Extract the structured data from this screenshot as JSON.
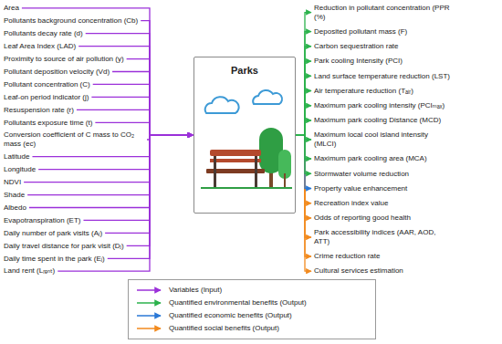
{
  "diagram": {
    "nodes": [
      {
        "text": [
          "Area"
        ]
      },
      {
        "text": [
          "Pollutants background concentration (Cb)"
        ]
      },
      {
        "text": [
          "Pollutants decay rate (d)"
        ]
      },
      {
        "text": [
          "Leaf Area Index (LAD)"
        ]
      },
      {
        "text": [
          "Proximity to source of air pollution (y)"
        ]
      },
      {
        "text": [
          "Pollutant deposition velocity (Vd)"
        ]
      },
      {
        "text": [
          "Pollutant concentration (C)"
        ]
      },
      {
        "text": [
          "Leaf-on period indicator (j)"
        ]
      },
      {
        "text": [
          "Resuspension rate (r)"
        ]
      },
      {
        "text": [
          "Pollutants exposure time (t)"
        ]
      },
      {
        "text": [
          "Conversion coefficient of C mass to CO₂ mass (ec)"
        ]
      },
      {
        "text": [
          "Latitude"
        ]
      },
      {
        "text": [
          "Longitude"
        ]
      },
      {
        "text": [
          "NDVI"
        ]
      },
      {
        "text": [
          "Shade"
        ]
      },
      {
        "text": [
          "Albedo"
        ]
      },
      {
        "text": [
          "Evapotranspiration (ET)"
        ]
      },
      {
        "text": [
          "Daily number of park visits (Aⱼ)"
        ]
      },
      {
        "text": [
          "Daily travel distance for park visit (Dⱼ)"
        ]
      },
      {
        "text": [
          "Daily time spent in the park (Eⱼ)"
        ]
      },
      {
        "text": [
          "Land rent (Lᵣₑₙₜ)"
        ]
      },
      {
        "text": [
          "Parks"
        ]
      },
      {
        "text": [
          "Reduction in pollutant concentration (PPR (%)"
        ]
      },
      {
        "text": [
          "Deposited pollutant mass (F)"
        ]
      },
      {
        "text": [
          "Carbon sequestration rate"
        ]
      },
      {
        "text": [
          "Park cooling Intensity (PCI)"
        ]
      },
      {
        "text": [
          "Land surface temperature reduction (LST)"
        ]
      },
      {
        "text": [
          "Air temperature reduction (Tₐᵢᵣ)"
        ]
      },
      {
        "text": [
          "Maximum park cooling intensity (PCIₘₐₓ)"
        ]
      },
      {
        "text": [
          "Maximum park cooling Distance (MCD)"
        ]
      },
      {
        "text": [
          "Maximum local cool island intensity (MLCI)"
        ]
      },
      {
        "text": [
          "Maximum park cooling area (MCA)"
        ]
      },
      {
        "text": [
          "Stormwater volume reduction"
        ]
      },
      {
        "text": [
          "Property value enhancement"
        ]
      },
      {
        "text": [
          "Recreation index value"
        ]
      },
      {
        "text": [
          "Odds of reporting good health"
        ]
      },
      {
        "text": [
          "Park accessibility indices (AAR, AOD, ATT)"
        ]
      },
      {
        "text": [
          "Crime reduction rate"
        ]
      },
      {
        "text": [
          "Cultural services estimation"
        ]
      }
    ],
    "edges": [
      {
        "from": 0,
        "to": 21,
        "arrow": "to"
      },
      {
        "from": 1,
        "to": 21,
        "arrow": "to"
      },
      {
        "from": 2,
        "to": 21,
        "arrow": "to"
      },
      {
        "from": 3,
        "to": 21,
        "arrow": "to"
      },
      {
        "from": 4,
        "to": 21,
        "arrow": "to"
      },
      {
        "from": 5,
        "to": 21,
        "arrow": "to"
      },
      {
        "from": 6,
        "to": 21,
        "arrow": "to"
      },
      {
        "from": 7,
        "to": 21,
        "arrow": "to"
      },
      {
        "from": 8,
        "to": 21,
        "arrow": "to"
      },
      {
        "from": 9,
        "to": 21,
        "arrow": "to"
      },
      {
        "from": 10,
        "to": 21,
        "arrow": "to"
      },
      {
        "from": 11,
        "to": 21,
        "arrow": "to"
      },
      {
        "from": 12,
        "to": 21,
        "arrow": "to"
      },
      {
        "from": 13,
        "to": 21,
        "arrow": "to"
      },
      {
        "from": 14,
        "to": 21,
        "arrow": "to"
      },
      {
        "from": 15,
        "to": 21,
        "arrow": "to"
      },
      {
        "from": 16,
        "to": 21,
        "arrow": "to"
      },
      {
        "from": 17,
        "to": 21,
        "arrow": "to"
      },
      {
        "from": 18,
        "to": 21,
        "arrow": "to"
      },
      {
        "from": 19,
        "to": 21,
        "arrow": "to"
      },
      {
        "from": 20,
        "to": 21,
        "arrow": "to"
      },
      {
        "from": 21,
        "to": 22,
        "arrow": "to"
      },
      {
        "from": 21,
        "to": 23,
        "arrow": "to"
      },
      {
        "from": 21,
        "to": 24,
        "arrow": "to"
      },
      {
        "from": 21,
        "to": 25,
        "arrow": "to"
      },
      {
        "from": 21,
        "to": 26,
        "arrow": "to"
      },
      {
        "from": 21,
        "to": 27,
        "arrow": "to"
      },
      {
        "from": 21,
        "to": 28,
        "arrow": "to"
      },
      {
        "from": 21,
        "to": 29,
        "arrow": "to"
      },
      {
        "from": 21,
        "to": 30,
        "arrow": "to"
      },
      {
        "from": 21,
        "to": 31,
        "arrow": "to"
      },
      {
        "from": 21,
        "to": 32,
        "arrow": "to"
      },
      {
        "from": 21,
        "to": 33,
        "arrow": "to"
      },
      {
        "from": 21,
        "to": 34,
        "arrow": "to"
      },
      {
        "from": 21,
        "to": 35,
        "arrow": "to"
      },
      {
        "from": 21,
        "to": 36,
        "arrow": "to"
      },
      {
        "from": 21,
        "to": 37,
        "arrow": "to"
      },
      {
        "from": 21,
        "to": 38,
        "arrow": "to"
      }
    ],
    "legend": [
      {
        "text": "Variables (Input)"
      },
      {
        "text": "Quantified environmental benefits (Output)"
      },
      {
        "text": "Quantified economic benefits (Output)"
      },
      {
        "text": "Quantified social benefits (Output)"
      }
    ]
  }
}
